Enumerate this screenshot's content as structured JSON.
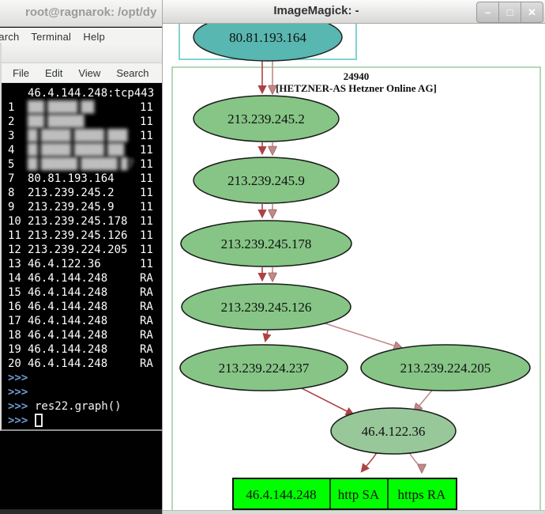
{
  "bg_window": {
    "title": "root@ragnarok: /opt/dy",
    "menu_fragment": "Search    Terminal    Help"
  },
  "terminal": {
    "menu": [
      "File",
      "Edit",
      "View",
      "Search",
      "Terminal"
    ],
    "header": "46.4.144.248:tcp443",
    "rows": [
      {
        "hop": "1",
        "ip": "██▌████▌██",
        "status": "11",
        "redacted": true
      },
      {
        "hop": "2",
        "ip": "██▌█████▌",
        "status": "11",
        "redacted": true
      },
      {
        "hop": "3",
        "ip": "█▌████▌████▌███",
        "status": "11",
        "redacted": true
      },
      {
        "hop": "4",
        "ip": "█▌████▌████▌██▌",
        "status": "11",
        "redacted": true
      },
      {
        "hop": "5",
        "ip": "█▌█████▌█████▌█7",
        "status": "11",
        "redacted": true
      },
      {
        "hop": "7",
        "ip": "80.81.193.164",
        "status": "11",
        "redacted": false
      },
      {
        "hop": "8",
        "ip": "213.239.245.2",
        "status": "11",
        "redacted": false
      },
      {
        "hop": "9",
        "ip": "213.239.245.9",
        "status": "11",
        "redacted": false
      },
      {
        "hop": "10",
        "ip": "213.239.245.178",
        "status": "11",
        "redacted": false
      },
      {
        "hop": "11",
        "ip": "213.239.245.126",
        "status": "11",
        "redacted": false
      },
      {
        "hop": "12",
        "ip": "213.239.224.205",
        "status": "11",
        "redacted": false
      },
      {
        "hop": "13",
        "ip": "46.4.122.36",
        "status": "11",
        "redacted": false
      },
      {
        "hop": "14",
        "ip": "46.4.144.248",
        "status": "RA",
        "redacted": false
      },
      {
        "hop": "15",
        "ip": "46.4.144.248",
        "status": "RA",
        "redacted": false
      },
      {
        "hop": "16",
        "ip": "46.4.144.248",
        "status": "RA",
        "redacted": false
      },
      {
        "hop": "17",
        "ip": "46.4.144.248",
        "status": "RA",
        "redacted": false
      },
      {
        "hop": "18",
        "ip": "46.4.144.248",
        "status": "RA",
        "redacted": false
      },
      {
        "hop": "19",
        "ip": "46.4.144.248",
        "status": "RA",
        "redacted": false
      },
      {
        "hop": "20",
        "ip": "46.4.144.248",
        "status": "RA",
        "redacted": false
      }
    ],
    "prompt": ">>>",
    "command": "res22.graph()"
  },
  "imagemagick": {
    "title": "ImageMagick: -",
    "buttons": {
      "minimize": "–",
      "maximize": "□",
      "close": "✕"
    }
  },
  "graph": {
    "as_cluster": {
      "asn": "24940",
      "as_name": "[HETZNER-AS Hetzner Online AG]"
    },
    "nodes": [
      "80.81.193.164",
      "213.239.245.2",
      "213.239.245.9",
      "213.239.245.178",
      "213.239.245.126",
      "213.239.224.237",
      "213.239.224.205",
      "46.4.122.36"
    ],
    "record_cells": [
      "46.4.144.248",
      "http SA",
      "https RA"
    ]
  },
  "colors": {
    "source_node_fill": "#58b7b0",
    "hop_node_fill": "#86c586",
    "target_node_fill": "#98c89a",
    "record_fill": "#00ff00",
    "edge_dark": "#ad4242",
    "edge_light": "#c08a8a",
    "cluster_cyan_border": "#82d2cf",
    "cluster_green_border": "#9ccc9c",
    "prompt_blue": "#6f9bd1"
  }
}
